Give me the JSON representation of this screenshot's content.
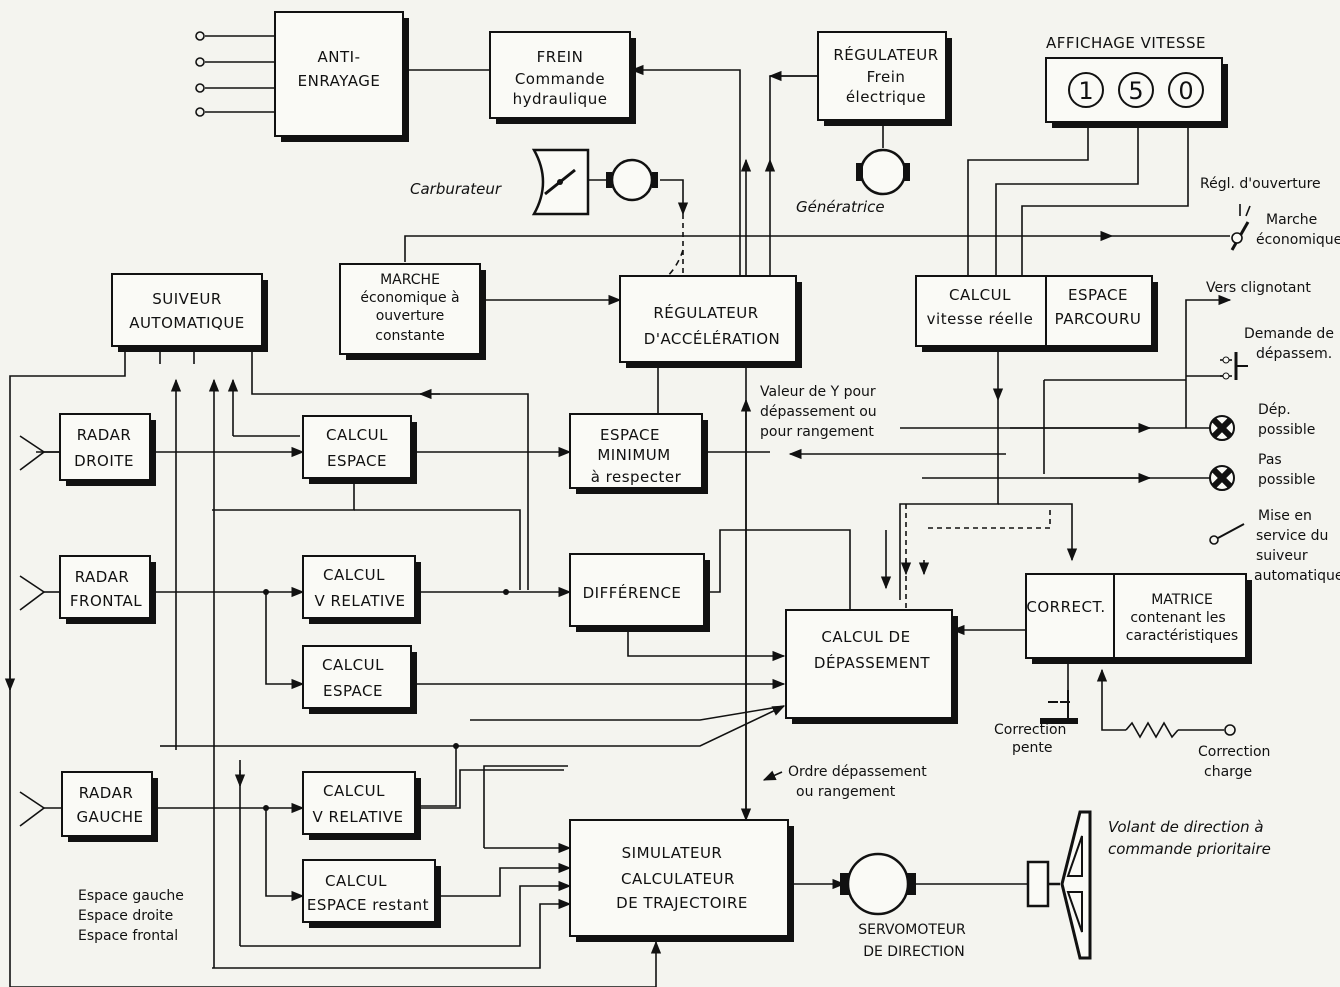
{
  "blocks": {
    "anti_enrayage": [
      "ANTI-",
      "ENRAYAGE"
    ],
    "frein": [
      "FREIN",
      "Commande",
      "hydraulique"
    ],
    "regulateur_frein": [
      "RÉGULATEUR",
      "Frein",
      "électrique"
    ],
    "affichage_title": "AFFICHAGE VITESSE",
    "speed_digits": [
      "1",
      "5",
      "0"
    ],
    "suiveur": [
      "SUIVEUR",
      "AUTOMATIQUE"
    ],
    "marche_eco": [
      "MARCHE",
      "économique à",
      "ouverture",
      "constante"
    ],
    "regulateur_acc": [
      "RÉGULATEUR",
      "D'ACCÉLÉRATION"
    ],
    "calcul_vitesse": [
      "CALCUL",
      "vitesse réelle"
    ],
    "espace_parcouru": [
      "ESPACE",
      "PARCOURU"
    ],
    "radar_droite": [
      "RADAR",
      "DROITE"
    ],
    "calcul_espace_1": [
      "CALCUL",
      "ESPACE"
    ],
    "espace_minimum": [
      "ESPACE",
      "MINIMUM",
      "à respecter"
    ],
    "radar_frontal": [
      "RADAR",
      "FRONTAL"
    ],
    "calcul_vrel_1": [
      "CALCUL",
      "V RELATIVE"
    ],
    "difference": "DIFFÉRENCE",
    "calcul_espace_2": [
      "CALCUL",
      "ESPACE"
    ],
    "calcul_depassement": [
      "CALCUL DE",
      "DÉPASSEMENT"
    ],
    "correct": "CORRECT.",
    "matrice": [
      "MATRICE",
      "contenant les",
      "caractéristiques"
    ],
    "radar_gauche": [
      "RADAR",
      "GAUCHE"
    ],
    "calcul_vrel_2": [
      "CALCUL",
      "V RELATIVE"
    ],
    "calcul_espace_restant": [
      "CALCUL",
      "ESPACE restant"
    ],
    "simulateur": [
      "SIMULATEUR",
      "CALCULATEUR",
      "DE TRAJECTOIRE"
    ],
    "servomoteur": [
      "SERVOMOTEUR",
      "DE DIRECTION"
    ]
  },
  "annotations": {
    "carburateur": "Carburateur",
    "generatrice": "Génératrice",
    "regl_ouverture": "Régl. d'ouverture",
    "marche_eco_side": [
      "Marche",
      "économique"
    ],
    "vers_clignotant": "Vers clignotant",
    "demande_depassem": [
      "Demande de",
      "dépassem."
    ],
    "dep_possible": [
      "Dép.",
      "possible"
    ],
    "pas_possible": [
      "Pas",
      "possible"
    ],
    "mise_en_service": [
      "Mise en",
      "service du",
      "suiveur",
      "automatique"
    ],
    "valeur_y": [
      "Valeur de Y pour",
      "dépassement ou",
      "pour rangement"
    ],
    "correction_pente": [
      "Correction",
      "pente"
    ],
    "correction_charge": [
      "Correction",
      "charge"
    ],
    "ordre": [
      "Ordre dépassement",
      "ou rangement"
    ],
    "volant": [
      "Volant de direction à",
      "commande prioritaire"
    ],
    "espaces_legend": [
      "Espace gauche",
      "Espace droite",
      "Espace frontal"
    ]
  }
}
